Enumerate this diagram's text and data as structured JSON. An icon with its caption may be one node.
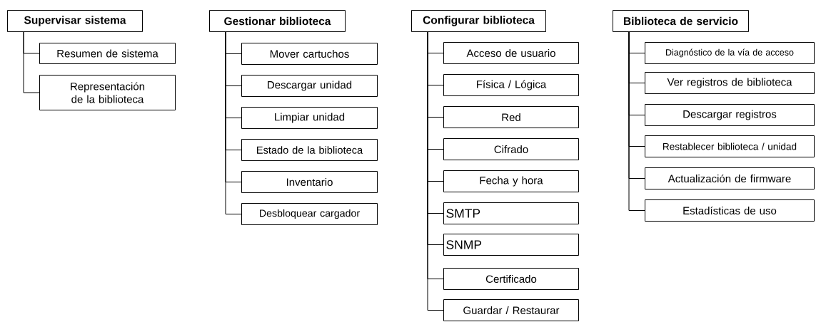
{
  "diagram": {
    "nodes": [
      {
        "text": [
          "Supervisar sistema"
        ]
      },
      {
        "text": [
          "Resumen de sistema"
        ]
      },
      {
        "text": [
          "Representación de la biblioteca"
        ]
      },
      {
        "text": [
          "Gestionar biblioteca"
        ]
      },
      {
        "text": [
          "Mover cartuchos"
        ]
      },
      {
        "text": [
          "Descargar unidad"
        ]
      },
      {
        "text": [
          "Limpiar unidad"
        ]
      },
      {
        "text": [
          "Estado de la biblioteca"
        ]
      },
      {
        "text": [
          "Inventario"
        ]
      },
      {
        "text": [
          "Desbloquear cargador"
        ]
      },
      {
        "text": [
          "Configurar biblioteca"
        ]
      },
      {
        "text": [
          "Acceso de usuario"
        ]
      },
      {
        "text": [
          "Física / Lógica"
        ]
      },
      {
        "text": [
          "Red"
        ]
      },
      {
        "text": [
          "Cifrado"
        ]
      },
      {
        "text": [
          "Fecha y hora"
        ]
      },
      {
        "text": [
          "SMTP"
        ]
      },
      {
        "text": [
          "SNMP"
        ]
      },
      {
        "text": [
          "Certificado"
        ]
      },
      {
        "text": [
          "Guardar / Restaurar"
        ]
      },
      {
        "text": [
          "Biblioteca de servicio"
        ]
      },
      {
        "text": [
          "Diagnóstico de la vía de acceso"
        ]
      },
      {
        "text": [
          "Ver registros de biblioteca"
        ]
      },
      {
        "text": [
          "Descargar registros"
        ]
      },
      {
        "text": [
          "Restablecer biblioteca / unidad"
        ]
      },
      {
        "text": [
          "Actualización de firmware"
        ]
      },
      {
        "text": [
          "Estadísticas de uso"
        ]
      }
    ],
    "edges": [
      {
        "from": 0,
        "to": 1,
        "arrow": "none"
      },
      {
        "from": 0,
        "to": 2,
        "arrow": "none"
      },
      {
        "from": 3,
        "to": 4,
        "arrow": "none"
      },
      {
        "from": 3,
        "to": 5,
        "arrow": "none"
      },
      {
        "from": 3,
        "to": 6,
        "arrow": "none"
      },
      {
        "from": 3,
        "to": 7,
        "arrow": "none"
      },
      {
        "from": 3,
        "to": 8,
        "arrow": "none"
      },
      {
        "from": 3,
        "to": 9,
        "arrow": "none"
      },
      {
        "from": 10,
        "to": 11,
        "arrow": "none"
      },
      {
        "from": 10,
        "to": 12,
        "arrow": "none"
      },
      {
        "from": 10,
        "to": 13,
        "arrow": "none"
      },
      {
        "from": 10,
        "to": 14,
        "arrow": "none"
      },
      {
        "from": 10,
        "to": 15,
        "arrow": "none"
      },
      {
        "from": 10,
        "to": 16,
        "arrow": "none"
      },
      {
        "from": 10,
        "to": 17,
        "arrow": "none"
      },
      {
        "from": 10,
        "to": 18,
        "arrow": "none"
      },
      {
        "from": 10,
        "to": 19,
        "arrow": "none"
      },
      {
        "from": 20,
        "to": 21,
        "arrow": "none"
      },
      {
        "from": 20,
        "to": 22,
        "arrow": "none"
      },
      {
        "from": 20,
        "to": 23,
        "arrow": "none"
      },
      {
        "from": 20,
        "to": 24,
        "arrow": "none"
      },
      {
        "from": 20,
        "to": 25,
        "arrow": "none"
      },
      {
        "from": 20,
        "to": 26,
        "arrow": "none"
      }
    ]
  }
}
